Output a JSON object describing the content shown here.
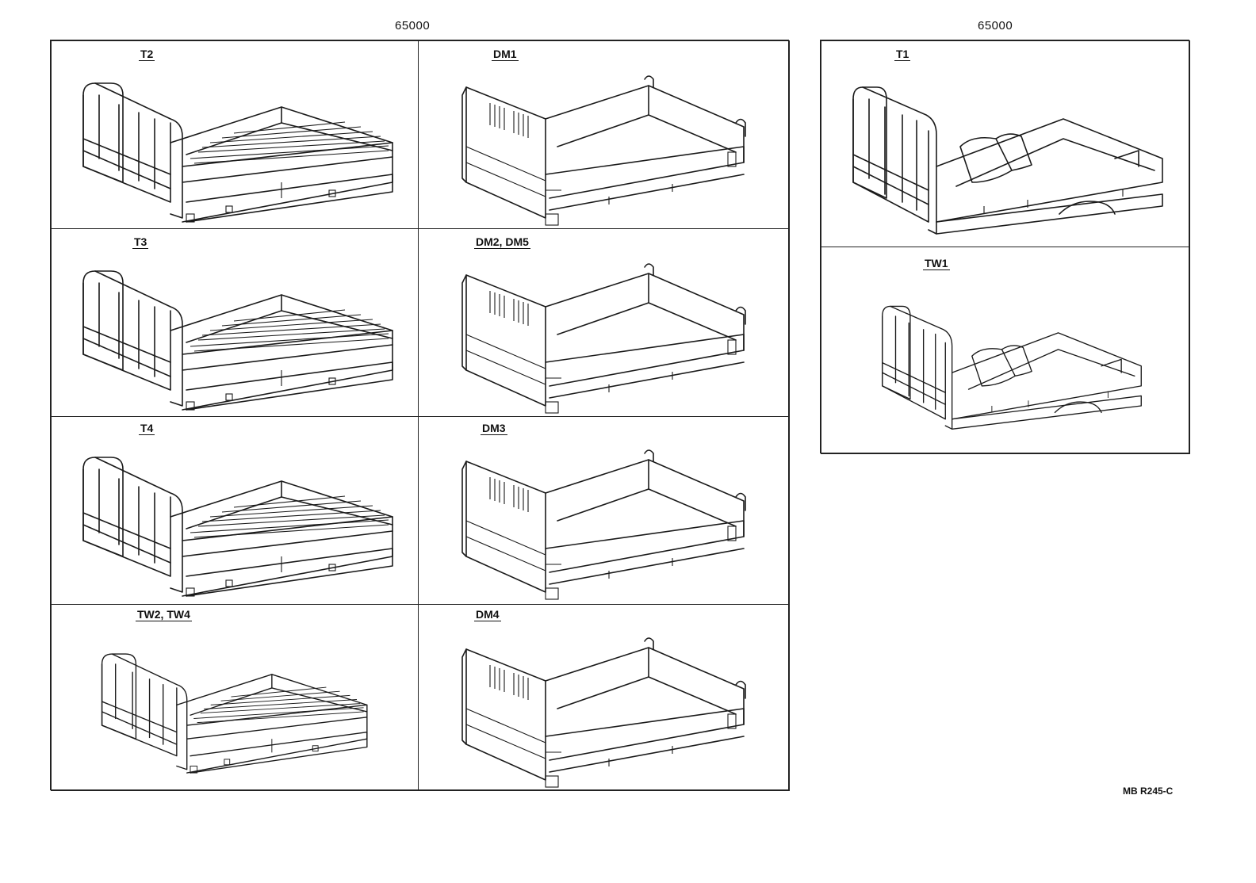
{
  "groups": [
    {
      "title": "65000",
      "cells": [
        {
          "label": "T2",
          "kind": "cargo"
        },
        {
          "label": "DM1",
          "kind": "dump"
        },
        {
          "label": "T3",
          "kind": "cargo"
        },
        {
          "label": "DM2, DM5",
          "kind": "dump"
        },
        {
          "label": "T4",
          "kind": "cargo"
        },
        {
          "label": "DM3",
          "kind": "dump"
        },
        {
          "label": "TW2, TW4",
          "kind": "cargo-short"
        },
        {
          "label": "DM4",
          "kind": "dump"
        }
      ]
    },
    {
      "title": "65000",
      "cells": [
        {
          "label": "T1",
          "kind": "wide"
        },
        {
          "label": "TW1",
          "kind": "wide"
        }
      ]
    }
  ],
  "reference_code": "MB R245-C"
}
